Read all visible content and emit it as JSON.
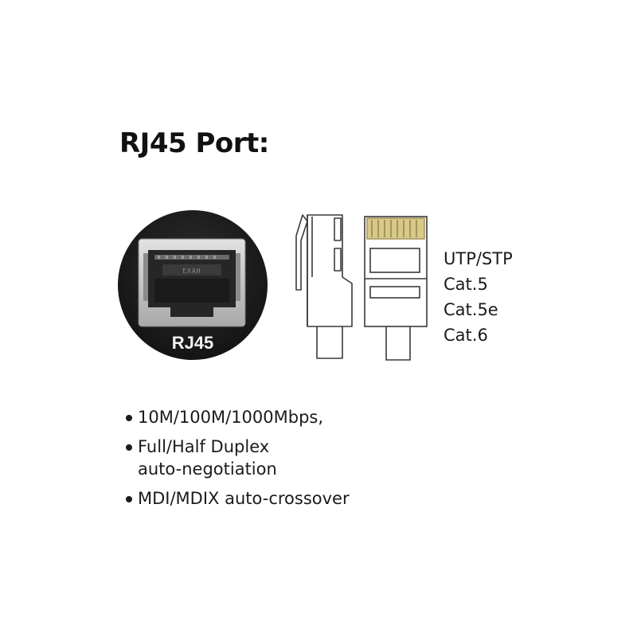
{
  "title": "RJ45 Port:",
  "port_label": "RJ45",
  "cable_types": [
    "UTP/STP",
    "Cat.5",
    "Cat.5e",
    "Cat.6"
  ],
  "features": [
    "10M/100M/1000Mbps,",
    "Full/Half Duplex\nauto-negotiation",
    "MDI/MDIX auto-crossover"
  ],
  "colors": {
    "port_body": "#1c1c1c",
    "port_frame": "#c9c9c9",
    "contact_gold": "#d8c98a",
    "line": "#3a3a3a"
  }
}
